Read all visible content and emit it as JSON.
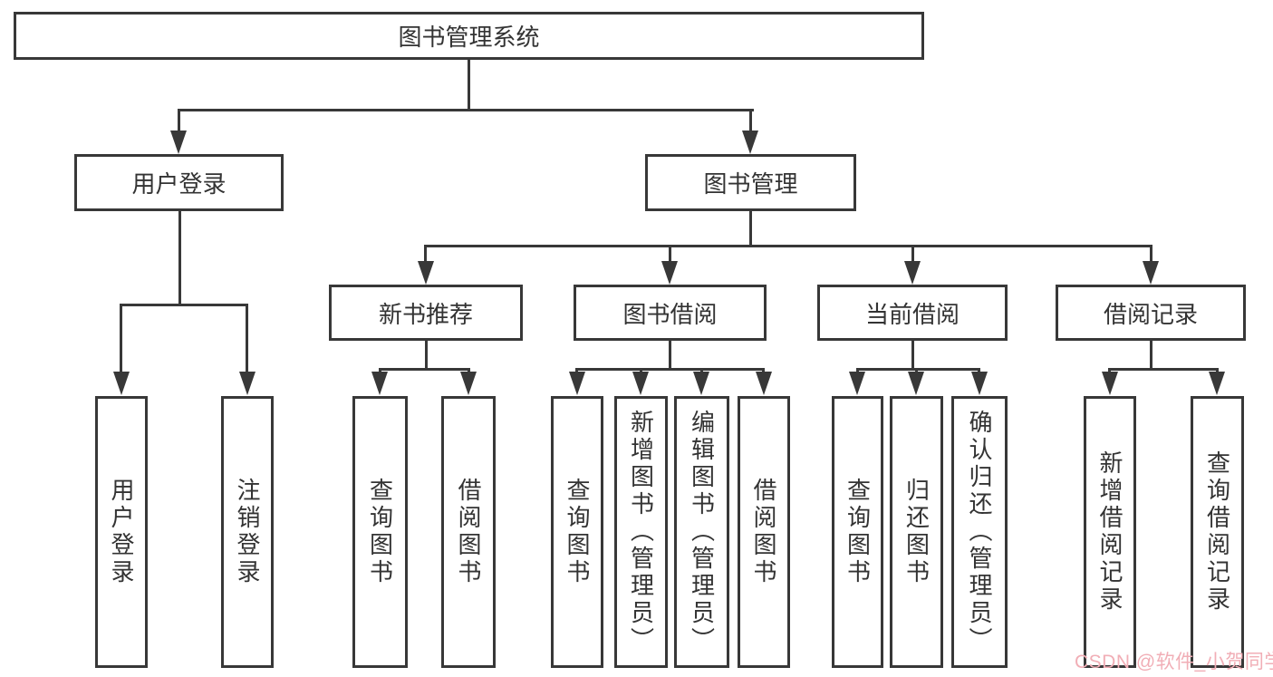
{
  "colors": {
    "line": "#383838",
    "text": "#333333",
    "box_bg": "#ffffff",
    "watermark": "#f1aeb6"
  },
  "watermark": {
    "text": "CSDN @软件_小贺同学"
  },
  "tree": {
    "root": "图书管理系统",
    "user_branch": {
      "label": "用户登录",
      "children": [
        "用户登录",
        "注销登录"
      ]
    },
    "book_branch": {
      "label": "图书管理",
      "sections": [
        {
          "label": "新书推荐",
          "children": [
            "查询图书",
            "借阅图书"
          ]
        },
        {
          "label": "图书借阅",
          "children": [
            "查询图书",
            "新增图书（管理员）",
            "编辑图书（管理员）",
            "借阅图书"
          ]
        },
        {
          "label": "当前借阅",
          "children": [
            "查询图书",
            "归还图书",
            "确认归还（管理员）"
          ]
        },
        {
          "label": "借阅记录",
          "children": [
            "新增借阅记录",
            "查询借阅记录"
          ]
        }
      ]
    }
  }
}
